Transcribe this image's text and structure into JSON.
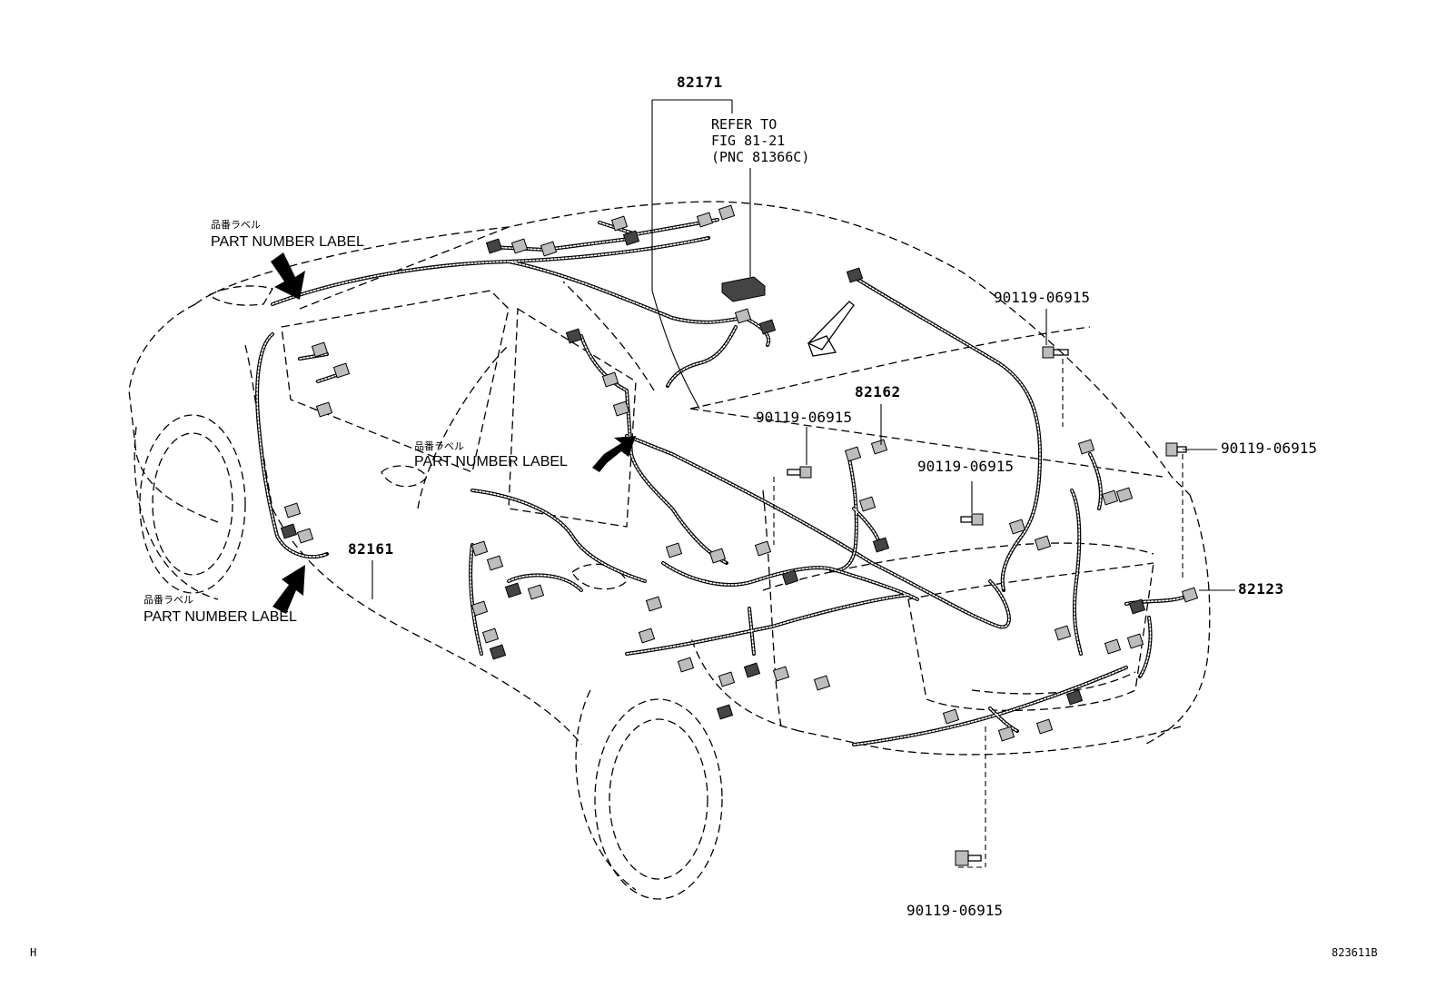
{
  "diagram": {
    "callouts": {
      "harness_roof": "82171",
      "harness_floor_82162": "82162",
      "harness_floor_82161": "82161",
      "harness_rear_82123": "82123",
      "bolt_top_right": "90119-06915",
      "bolt_mid_left": "90119-06915",
      "bolt_mid": "90119-06915",
      "bolt_rear_right": "90119-06915",
      "bolt_bottom": "90119-06915"
    },
    "refer_note": "REFER TO\nFIG 81-21\n(PNC 81366C)",
    "label_jp": "品番ラベル",
    "label_en": "PART NUMBER LABEL",
    "corner_left": "H",
    "corner_right": "823611B"
  }
}
